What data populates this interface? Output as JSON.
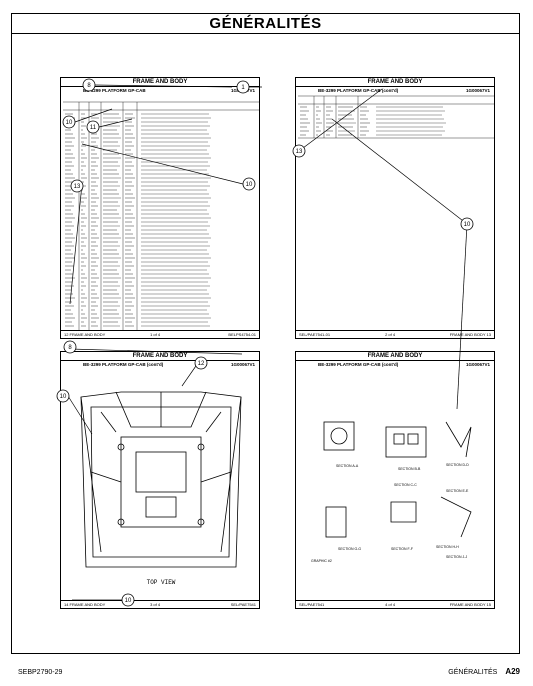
{
  "header": {
    "title": "GÉNÉRALITÉS"
  },
  "footer": {
    "doc_number": "SEBP2790-29",
    "section": "GÉNÉRALITÉS",
    "page": "A29"
  },
  "pages": [
    {
      "title": "FRAME AND BODY",
      "subtitle": "BE-3299 PLATFORM GP-CAB",
      "serial": "1G00067V1",
      "foot_left": "12 FRAME AND BODY",
      "foot_page": "1 of 4",
      "foot_right": "BELPS4754-01"
    },
    {
      "title": "FRAME AND BODY",
      "subtitle": "BE-3299 PLATFORM GP-CAB (cont'd)",
      "serial": "1G00067V1",
      "foot_left": "SEL/PAE7541-01",
      "foot_page": "2 of 4",
      "foot_right": "FRAME AND BODY 13"
    },
    {
      "title": "FRAME AND BODY",
      "subtitle": "BE-3299 PLATFORM GP-CAB (cont'd)",
      "serial": "1G00067V1",
      "foot_left": "14 FRAME AND BODY",
      "foot_page": "3 of 4",
      "foot_right": "SEL/PAE7541",
      "view_label": "TOP VIEW"
    },
    {
      "title": "FRAME AND BODY",
      "subtitle": "BE-3299 PLATFORM GP-CAB (cont'd)",
      "serial": "1G00067V1",
      "foot_left": "SEL/PAE7541",
      "foot_page": "4 of 4",
      "foot_right": "FRAME AND BODY 15",
      "sections": [
        "SECTION A-A",
        "SECTION B-B",
        "SECTION C-C",
        "SECTION D-D",
        "SECTION E-E",
        "SECTION F-F",
        "SECTION G-G",
        "SECTION H-H",
        "SECTION J-J",
        "GRAPHIC #2"
      ]
    }
  ],
  "callouts": [
    "8",
    "1",
    "10",
    "11",
    "13",
    "10",
    "13",
    "10",
    "8",
    "12",
    "10",
    "10"
  ]
}
